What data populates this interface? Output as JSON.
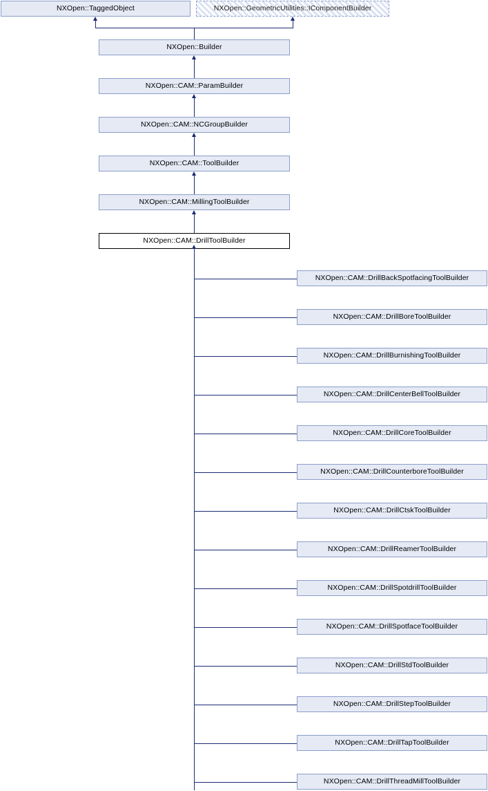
{
  "diagram": {
    "title": "NXOpen::CAM::DrillToolBuilder inheritance diagram",
    "type": "uml-inheritance",
    "colors": {
      "box_fill": "#e5eaf5",
      "box_border": "#8b9dc8",
      "current_fill": "#ffffff",
      "current_border": "#000000",
      "edge": "#1b2b73",
      "interface_hatch": "#dbe2f2",
      "background": "#ffffff"
    },
    "ancestors": [
      {
        "label": "NXOpen::TaggedObject",
        "style": "class"
      },
      {
        "label": "NXOpen::GeometricUtilities::IComponentBuilder",
        "style": "interface"
      },
      {
        "label": "NXOpen::Builder",
        "style": "class"
      },
      {
        "label": "NXOpen::CAM::ParamBuilder",
        "style": "class"
      },
      {
        "label": "NXOpen::CAM::NCGroupBuilder",
        "style": "class"
      },
      {
        "label": "NXOpen::CAM::ToolBuilder",
        "style": "class"
      },
      {
        "label": "NXOpen::CAM::MillingToolBuilder",
        "style": "class"
      }
    ],
    "current": {
      "label": "NXOpen::CAM::DrillToolBuilder",
      "style": "current"
    },
    "descendants": [
      {
        "label": "NXOpen::CAM::DrillBackSpotfacingToolBuilder"
      },
      {
        "label": "NXOpen::CAM::DrillBoreToolBuilder"
      },
      {
        "label": "NXOpen::CAM::DrillBurnishingToolBuilder"
      },
      {
        "label": "NXOpen::CAM::DrillCenterBellToolBuilder"
      },
      {
        "label": "NXOpen::CAM::DrillCoreToolBuilder"
      },
      {
        "label": "NXOpen::CAM::DrillCounterboreToolBuilder"
      },
      {
        "label": "NXOpen::CAM::DrillCtskToolBuilder"
      },
      {
        "label": "NXOpen::CAM::DrillReamerToolBuilder"
      },
      {
        "label": "NXOpen::CAM::DrillSpotdrillToolBuilder"
      },
      {
        "label": "NXOpen::CAM::DrillSpotfaceToolBuilder"
      },
      {
        "label": "NXOpen::CAM::DrillStdToolBuilder"
      },
      {
        "label": "NXOpen::CAM::DrillStepToolBuilder"
      },
      {
        "label": "NXOpen::CAM::DrillTapToolBuilder"
      },
      {
        "label": "NXOpen::CAM::DrillThreadMillToolBuilder"
      }
    ]
  }
}
